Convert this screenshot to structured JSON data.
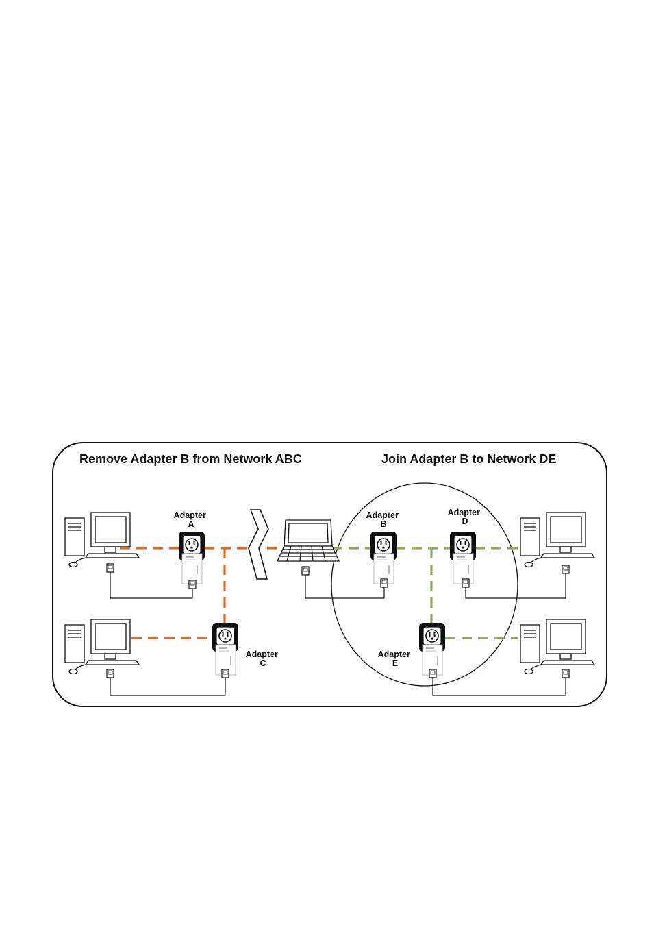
{
  "titles": {
    "left": "Remove Adapter B from Network ABC",
    "right": "Join Adapter B to Network DE"
  },
  "adapters": {
    "a": {
      "line1": "Adapter",
      "line2": "A"
    },
    "b": {
      "line1": "Adapter",
      "line2": "B"
    },
    "c": {
      "line1": "Adapter",
      "line2": "C"
    },
    "d": {
      "line1": "Adapter",
      "line2": "D"
    },
    "e": {
      "line1": "Adapter",
      "line2": "E"
    }
  },
  "colors": {
    "network_abc": "#e06a1f",
    "network_de": "#8faa5c",
    "outline": "#111111"
  },
  "icons": {
    "desktop": "desktop-computer-icon",
    "laptop": "laptop-icon",
    "adapter": "powerline-adapter-icon",
    "break": "lightning-break-icon",
    "plug": "ethernet-plug-icon"
  }
}
